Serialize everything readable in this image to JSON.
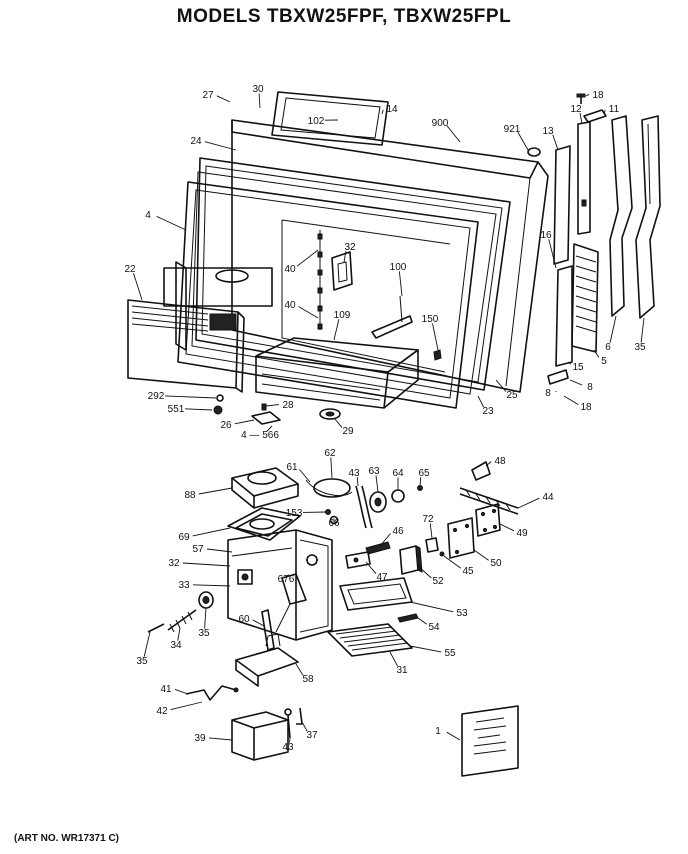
{
  "title": "MODELS TBXW25FPF, TBXW25FPL",
  "footer": "(ART NO. WR17371 C)",
  "callouts": [
    {
      "id": "c27",
      "text": "27"
    },
    {
      "id": "c30",
      "text": "30"
    },
    {
      "id": "c14",
      "text": "14"
    },
    {
      "id": "c102",
      "text": "102"
    },
    {
      "id": "c900",
      "text": "900"
    },
    {
      "id": "c921",
      "text": "921"
    },
    {
      "id": "c12",
      "text": "12"
    },
    {
      "id": "c18a",
      "text": "18"
    },
    {
      "id": "c11",
      "text": "11"
    },
    {
      "id": "c13",
      "text": "13"
    },
    {
      "id": "c24",
      "text": "24"
    },
    {
      "id": "c4",
      "text": "4"
    },
    {
      "id": "c16",
      "text": "16"
    },
    {
      "id": "c32a",
      "text": "32"
    },
    {
      "id": "c40a",
      "text": "40"
    },
    {
      "id": "c22",
      "text": "22"
    },
    {
      "id": "c100",
      "text": "100"
    },
    {
      "id": "c40b",
      "text": "40"
    },
    {
      "id": "c109",
      "text": "109"
    },
    {
      "id": "c150",
      "text": "150"
    },
    {
      "id": "c5",
      "text": "5"
    },
    {
      "id": "c6",
      "text": "6"
    },
    {
      "id": "c35a",
      "text": "35"
    },
    {
      "id": "c15",
      "text": "15"
    },
    {
      "id": "c8a",
      "text": "8"
    },
    {
      "id": "c8b",
      "text": "8"
    },
    {
      "id": "c18b",
      "text": "18"
    },
    {
      "id": "c25",
      "text": "25"
    },
    {
      "id": "c23",
      "text": "23"
    },
    {
      "id": "c292",
      "text": "292"
    },
    {
      "id": "c551",
      "text": "551"
    },
    {
      "id": "c28",
      "text": "28"
    },
    {
      "id": "c26",
      "text": "26"
    },
    {
      "id": "c566",
      "text": "4 — 566"
    },
    {
      "id": "c29",
      "text": "29"
    },
    {
      "id": "c62",
      "text": "62"
    },
    {
      "id": "c48",
      "text": "48"
    },
    {
      "id": "c61",
      "text": "61"
    },
    {
      "id": "c43a",
      "text": "43"
    },
    {
      "id": "c63",
      "text": "63"
    },
    {
      "id": "c64",
      "text": "64"
    },
    {
      "id": "c65",
      "text": "65"
    },
    {
      "id": "c88",
      "text": "88"
    },
    {
      "id": "c44",
      "text": "44"
    },
    {
      "id": "c153",
      "text": "153"
    },
    {
      "id": "c66",
      "text": "66"
    },
    {
      "id": "c69",
      "text": "69"
    },
    {
      "id": "c49",
      "text": "49"
    },
    {
      "id": "c72",
      "text": "72"
    },
    {
      "id": "c46",
      "text": "46"
    },
    {
      "id": "c57",
      "text": "57"
    },
    {
      "id": "c32b",
      "text": "32"
    },
    {
      "id": "c50",
      "text": "50"
    },
    {
      "id": "c45",
      "text": "45"
    },
    {
      "id": "c47",
      "text": "47"
    },
    {
      "id": "c52",
      "text": "52"
    },
    {
      "id": "c33",
      "text": "33"
    },
    {
      "id": "c676",
      "text": "676"
    },
    {
      "id": "c53",
      "text": "53"
    },
    {
      "id": "c60",
      "text": "60"
    },
    {
      "id": "c35b",
      "text": "35"
    },
    {
      "id": "c34",
      "text": "34"
    },
    {
      "id": "c54",
      "text": "54"
    },
    {
      "id": "c55",
      "text": "55"
    },
    {
      "id": "c35c",
      "text": "35"
    },
    {
      "id": "c31",
      "text": "31"
    },
    {
      "id": "c58",
      "text": "58"
    },
    {
      "id": "c41",
      "text": "41"
    },
    {
      "id": "c42",
      "text": "42"
    },
    {
      "id": "c39",
      "text": "39"
    },
    {
      "id": "c43b",
      "text": "43"
    },
    {
      "id": "c37",
      "text": "37"
    },
    {
      "id": "c1",
      "text": "1"
    }
  ]
}
